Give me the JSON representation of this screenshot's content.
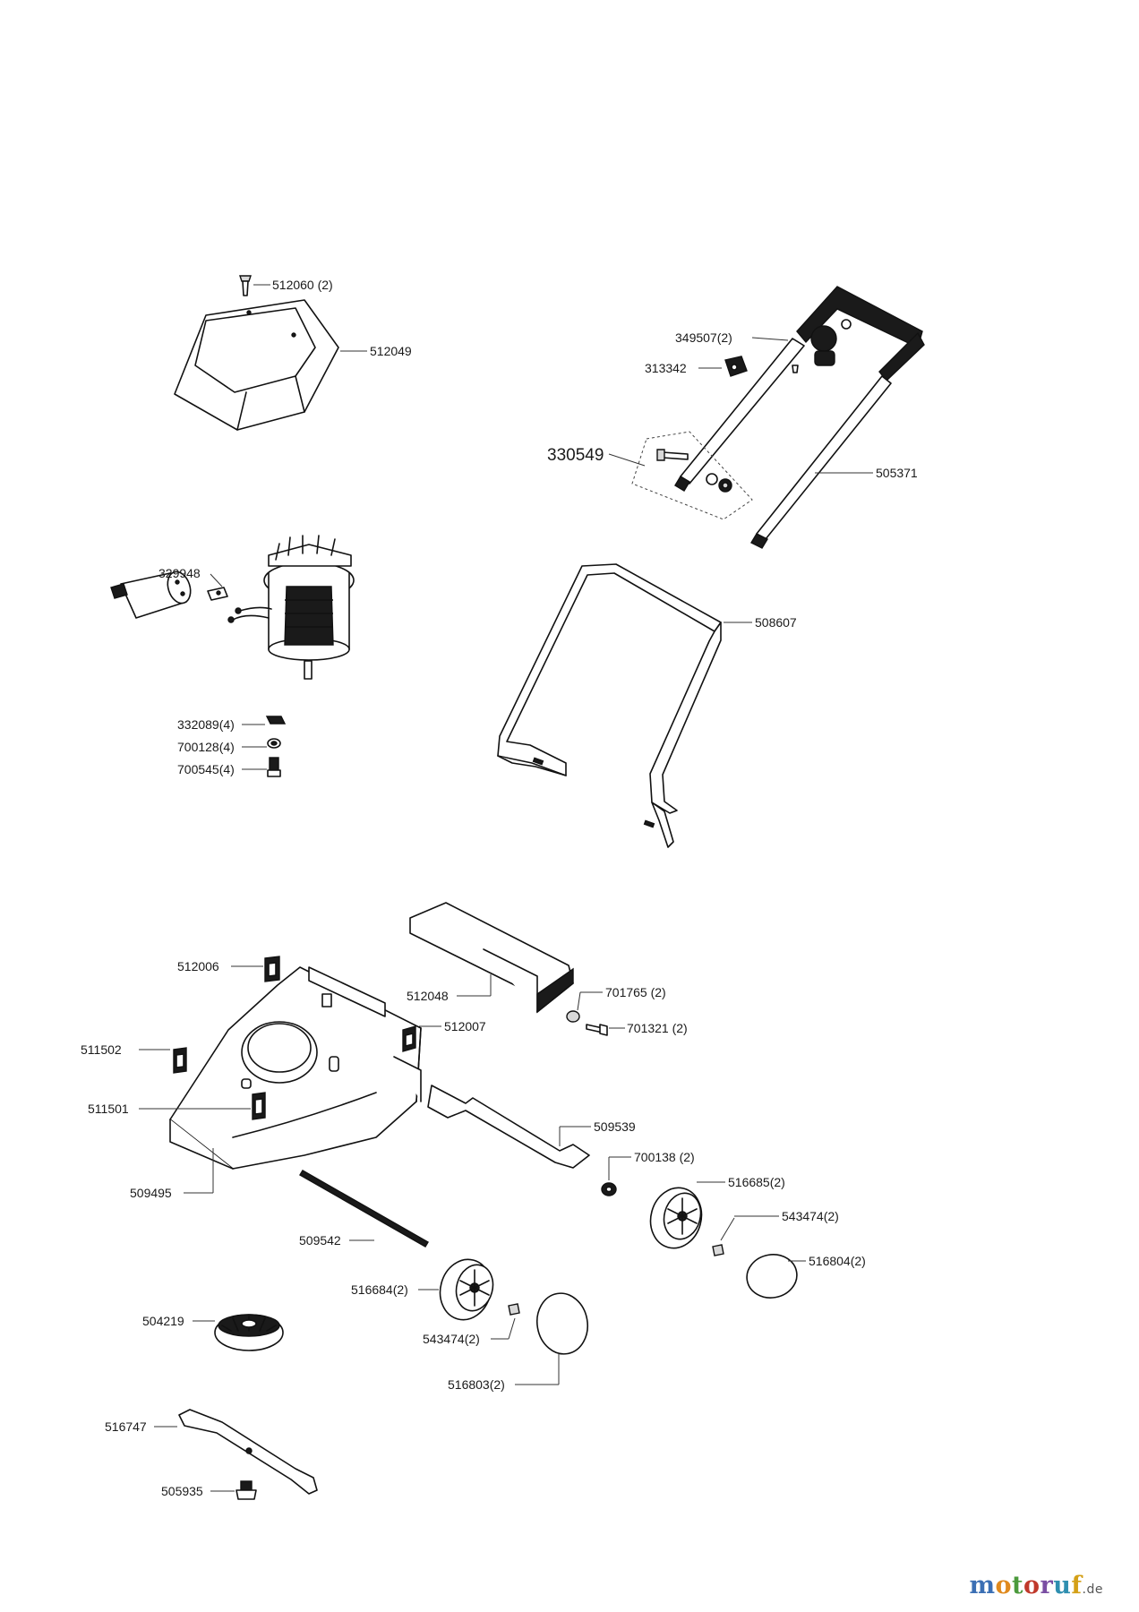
{
  "labels": {
    "screw_top": "512060 (2)",
    "cover": "512049",
    "handle_bolt": "349507(2)",
    "cable_clip": "313342",
    "handle_kit": "330549",
    "upper_handle": "505371",
    "capacitor": "329948",
    "lower_handle": "508607",
    "nut_motor": "332089(4)",
    "washer_motor": "700128(4)",
    "screw_motor": "700545(4)",
    "clip_a": "512006",
    "chute": "512048",
    "washer_chute": "701765 (2)",
    "clip_b": "512007",
    "screw_chute": "701321 (2)",
    "clip_c": "511502",
    "clip_d": "511501",
    "height_lever": "509539",
    "nut_wheel": "700138 (2)",
    "wheel_rear": "516685(2)",
    "housing": "509495",
    "axle": "509542",
    "washer_rear": "543474(2)",
    "hubcap_rear": "516804(2)",
    "wheel_front": "516684(2)",
    "fan": "504219",
    "washer_front": "543474(2)",
    "hubcap_front": "516803(2)",
    "blade": "516747",
    "blade_screw": "505935"
  },
  "logo": {
    "letters": [
      "m",
      "o",
      "t",
      "o",
      "r",
      "u",
      "f"
    ],
    "tld": ".de"
  },
  "colors": {
    "ink": "#111111",
    "paper": "#ffffff"
  }
}
